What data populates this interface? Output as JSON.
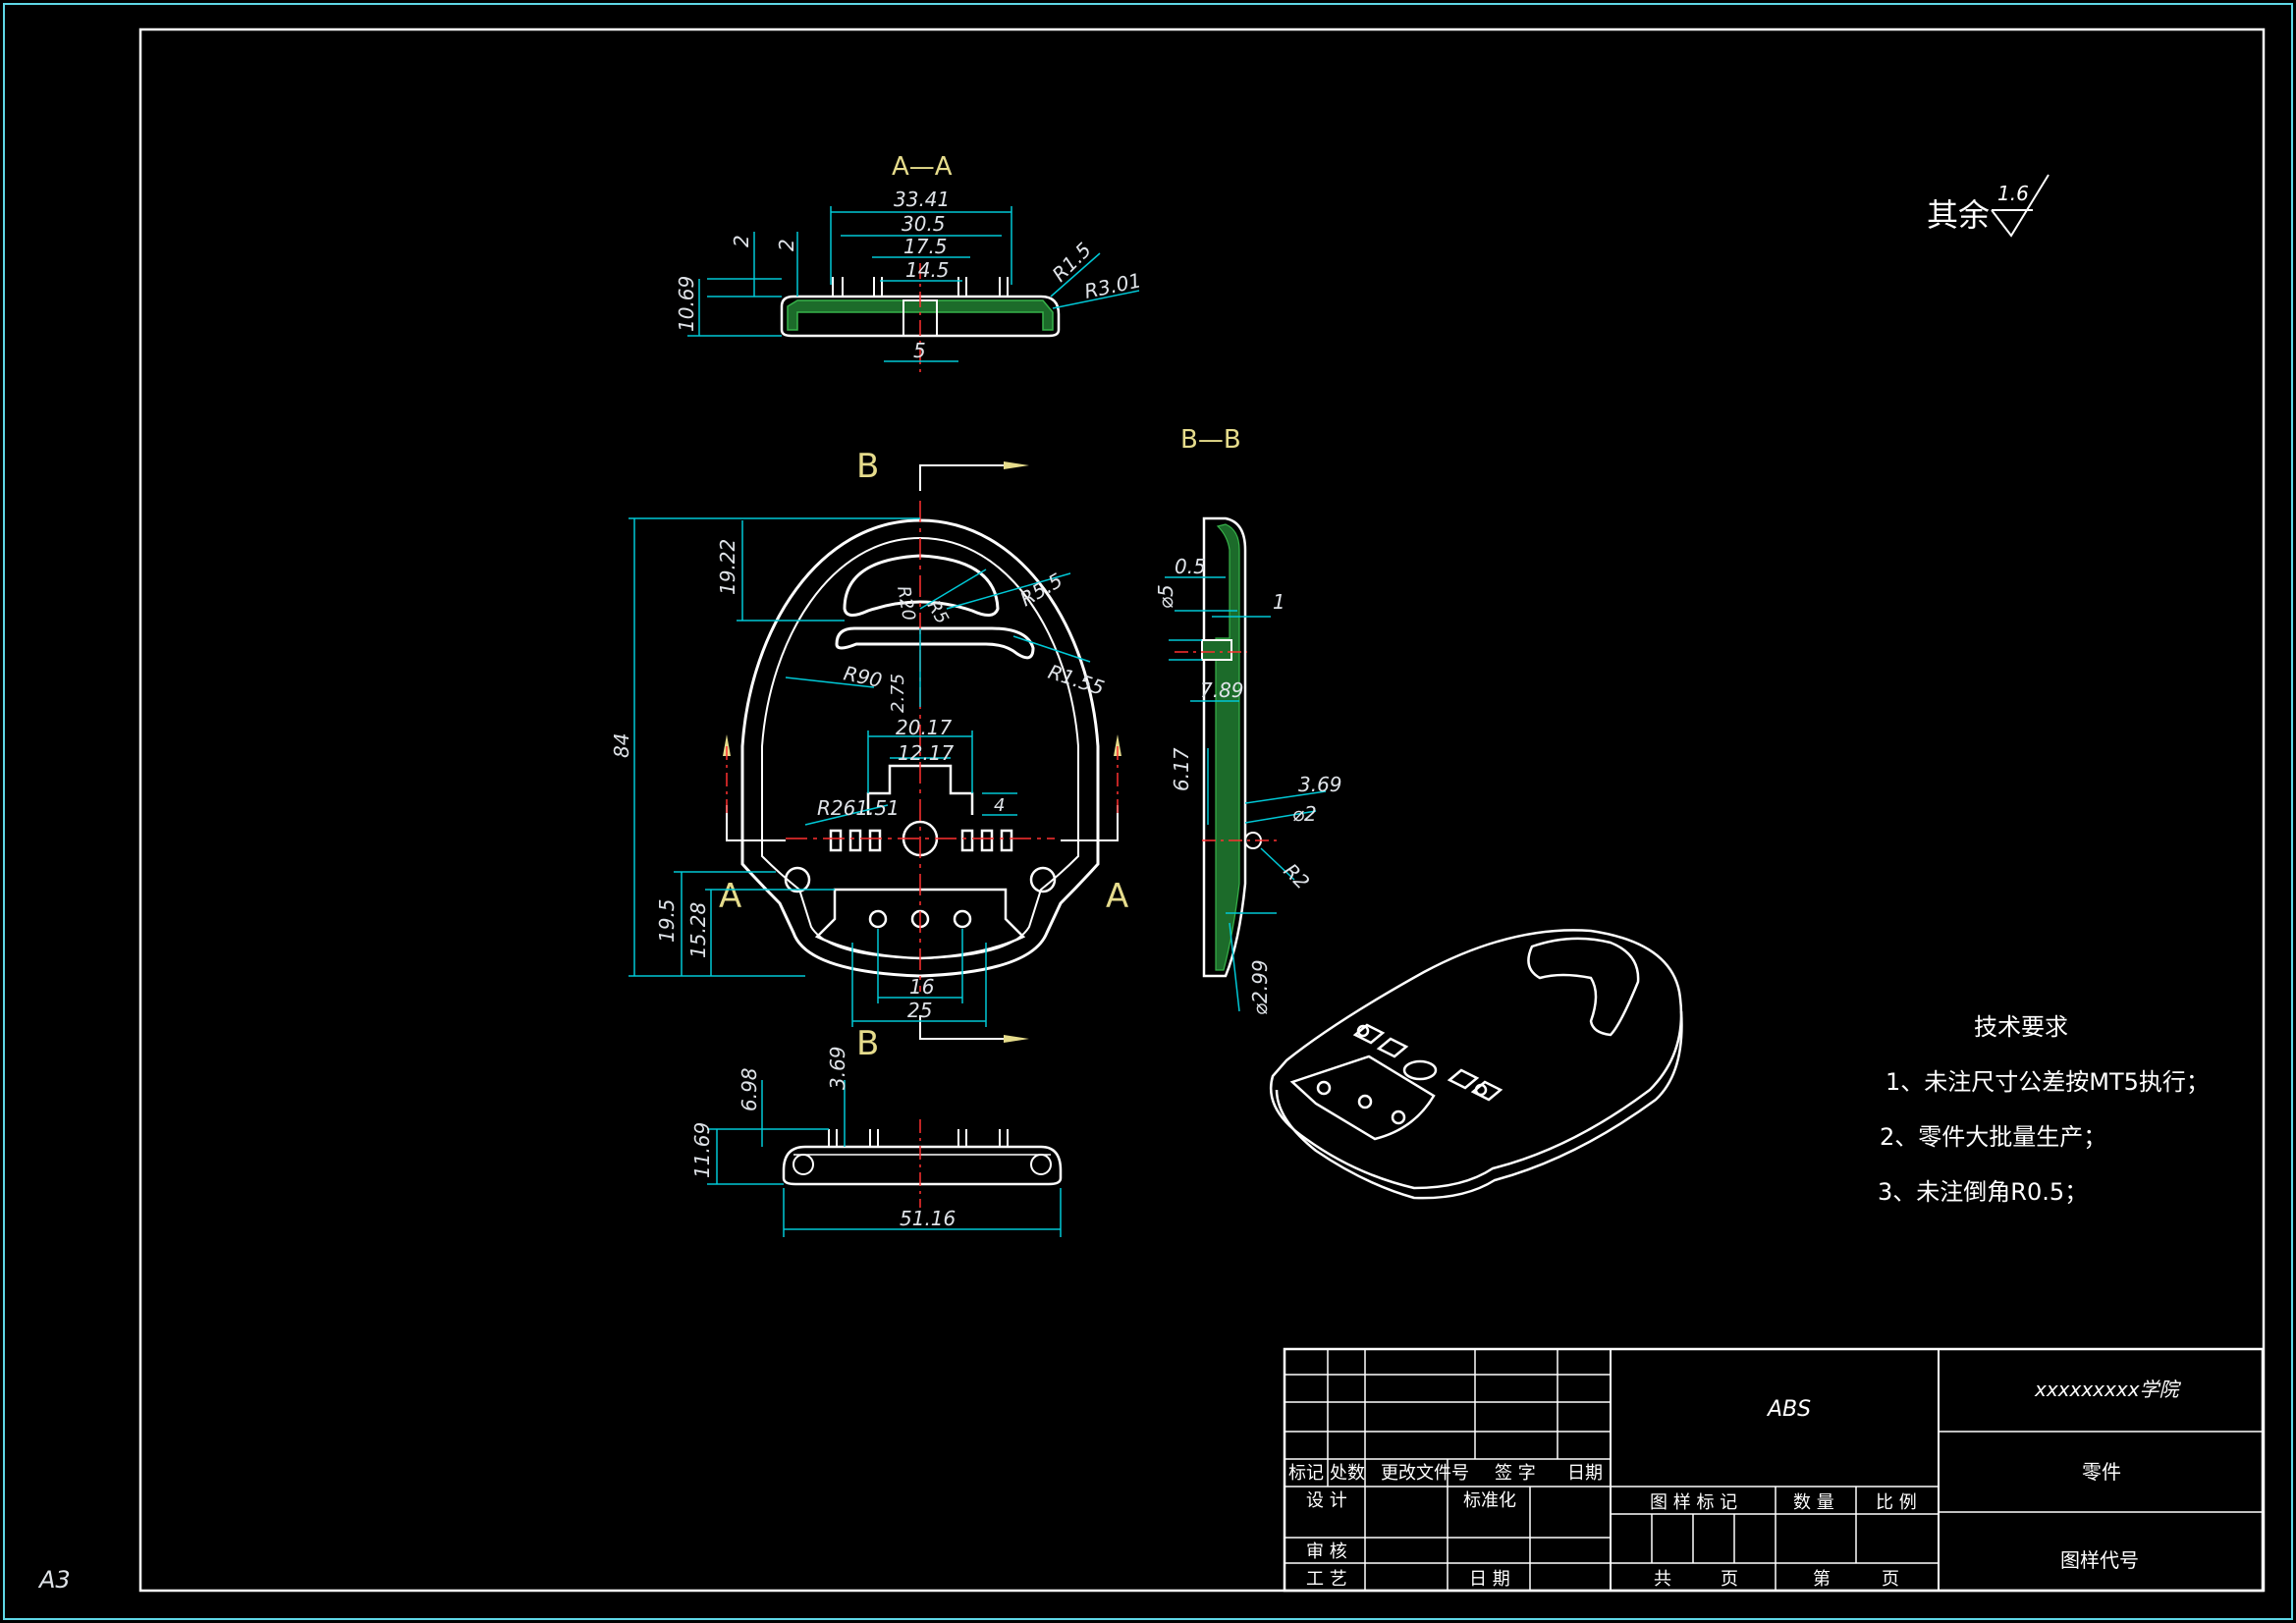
{
  "sheet": {
    "size_label": "A3",
    "section_aa": "A—A",
    "section_bb": "B—B",
    "cut_letter_b": "B",
    "cut_letter_a": "A"
  },
  "surface_finish": {
    "label": "其余",
    "value": "1.6"
  },
  "dimensions": {
    "aa": {
      "d1": "33.41",
      "d2": "30.5",
      "d3": "17.5",
      "d4": "14.5",
      "d5": "2",
      "d6": "2",
      "d7": "10.69",
      "d8": "R1.5",
      "d9": "R3.01",
      "d10": "5"
    },
    "front": {
      "d1": "19.22",
      "d2": "84",
      "d3": "R20",
      "d4": "R5",
      "d5": "R5.5",
      "d6": "R1.55",
      "d7": "R90",
      "d8": "2.75",
      "d9": "20.17",
      "d10": "12.17",
      "d11": "R261.51",
      "d12": "4",
      "d13": "19.5",
      "d14": "15.28",
      "d15": "16",
      "d16": "25"
    },
    "bb": {
      "d1": "0.5",
      "d2": "⌀5",
      "d3": "1",
      "d4": "7.89",
      "d5": "6.17",
      "d6": "3.69",
      "d7": "⌀2",
      "d8": "R2",
      "d9": "⌀2.99"
    },
    "bottom": {
      "d1": "6.98",
      "d2": "3.69",
      "d3": "11.69",
      "d4": "51.16"
    }
  },
  "tech_requirements": {
    "title": "技术要求",
    "items": [
      "1、未注尺寸公差按MT5执行；",
      "2、零件大批量生产；",
      "3、未注倒角R0.5；"
    ]
  },
  "title_block": {
    "rev_headers": [
      "标记",
      "处数",
      "更改文件号",
      "签 字",
      "日期"
    ],
    "design": "设 计",
    "standardize": "标准化",
    "review": "审 核",
    "process": "工 艺",
    "date": "日 期",
    "material": "ABS",
    "drawing_mark": "图 样 标 记",
    "quantity": "数 量",
    "scale": "比 例",
    "total": "共",
    "page": "页",
    "sheet_no": "第",
    "school": "xxxxxxxxx学院",
    "part_name": "零件",
    "drawing_code": "图样代号"
  },
  "colors": {
    "frame": "#5fd7e6",
    "outline": "#ffffff",
    "dim": "#00c8d6",
    "center": "#ff3030",
    "hatch": "#37b34a",
    "label": "#e6dc8c",
    "code": "#4bd24b"
  }
}
